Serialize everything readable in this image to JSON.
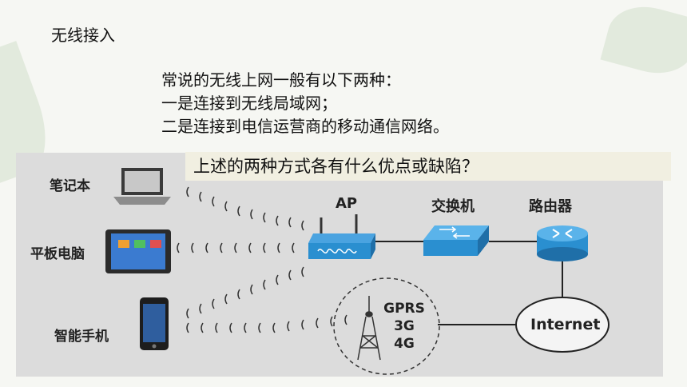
{
  "slide": {
    "title": "无线接入",
    "intro": [
      "常说的无线上网一般有以下两种：",
      "一是连接到无线局域网；",
      "二是连接到电信运营商的移动通信网络。"
    ],
    "question": "上述的两种方式各有什么优点或缺陷？"
  },
  "diagram": {
    "devices": [
      "笔记本",
      "平板电脑",
      "智能手机"
    ],
    "network": {
      "ap": "AP",
      "switch": "交换机",
      "router": "路由器",
      "internet": "Internet",
      "cell": [
        "GPRS",
        "3G",
        "4G"
      ]
    },
    "colors": {
      "device_blue": "#2a8fd0",
      "panel": "#dcdcdc",
      "question_bg": "#f1efe1"
    }
  }
}
